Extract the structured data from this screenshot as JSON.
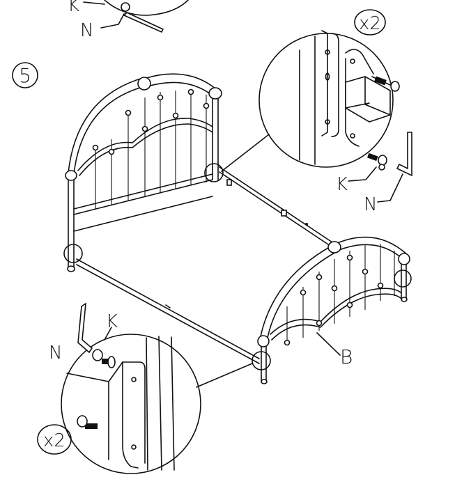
{
  "diagram": {
    "step_number": "5",
    "labels": {
      "part_k": "K",
      "part_n": "N",
      "part_b": "B",
      "qty_top": "x2",
      "qty_bottom": "x2"
    }
  }
}
